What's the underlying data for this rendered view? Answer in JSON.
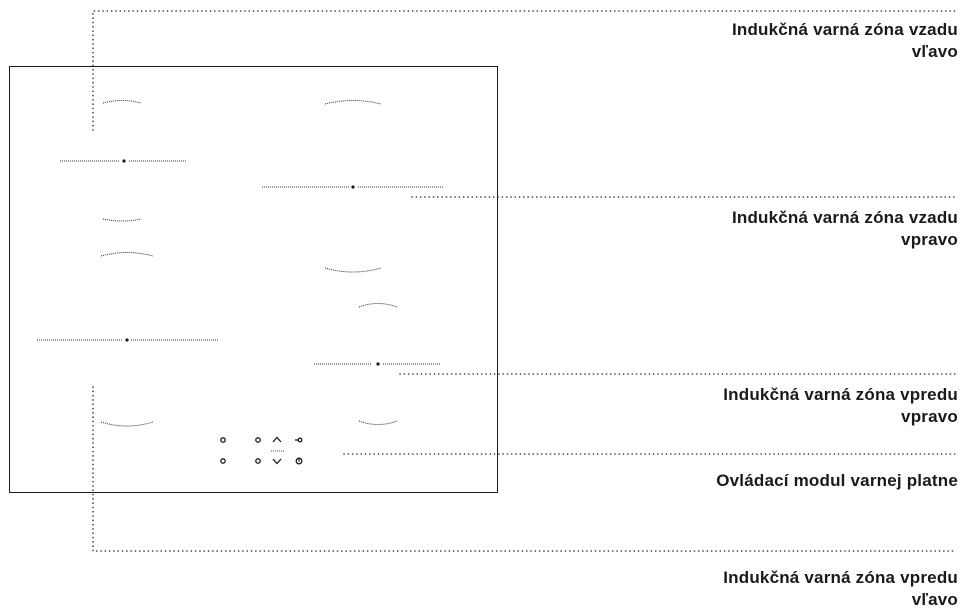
{
  "colors": {
    "ink": "#1a1a1a",
    "leader": "#333333",
    "background": "#ffffff"
  },
  "labels": {
    "rear_left": [
      "Indukčná varná zóna vzadu",
      "vľavo"
    ],
    "rear_right": [
      "Indukčná varná zóna vzadu",
      "vpravo"
    ],
    "front_right": [
      "Indukčná varná zóna vpredu",
      "vpravo"
    ],
    "control_module": [
      "Ovládací modul varnej platne"
    ],
    "front_left": [
      "Indukčná varná zóna vpredu",
      "vľavo"
    ]
  },
  "control_panel_icons": [
    "circle-icon",
    "circle-icon",
    "chevron-up-icon",
    "key-lock-icon",
    "circle-icon",
    "circle-icon",
    "chevron-down-icon",
    "power-icon"
  ]
}
